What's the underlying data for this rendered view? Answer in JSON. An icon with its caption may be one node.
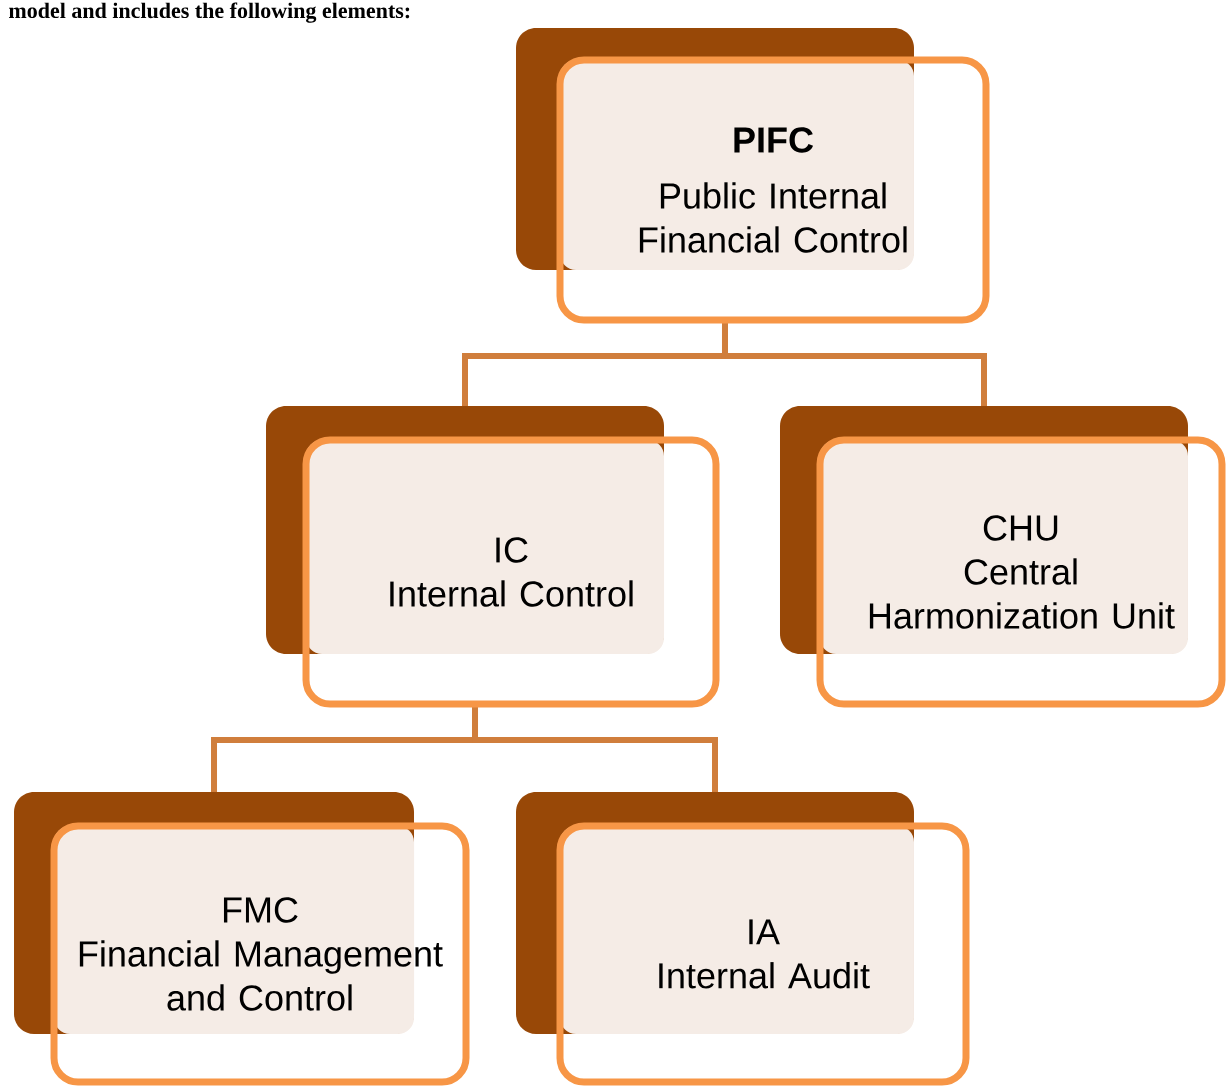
{
  "diagram": {
    "nodes": [
      {
        "text": [
          "PIFC",
          "Public Internal Financial Control"
        ]
      },
      {
        "text": [
          "IC",
          "Internal Control"
        ]
      },
      {
        "text": [
          "CHU",
          "Central Harmonization Unit"
        ]
      },
      {
        "text": [
          "FMC",
          "Financial Management and Control"
        ]
      },
      {
        "text": [
          "IA",
          "Internal Audit"
        ]
      }
    ],
    "edges": [
      {
        "from": 0,
        "to": 1,
        "arrow": "none"
      },
      {
        "from": 0,
        "to": 2,
        "arrow": "none"
      },
      {
        "from": 1,
        "to": 3,
        "arrow": "none"
      },
      {
        "from": 1,
        "to": 4,
        "arrow": "none"
      }
    ],
    "labels": [
      "model and includes the following elements:"
    ]
  }
}
